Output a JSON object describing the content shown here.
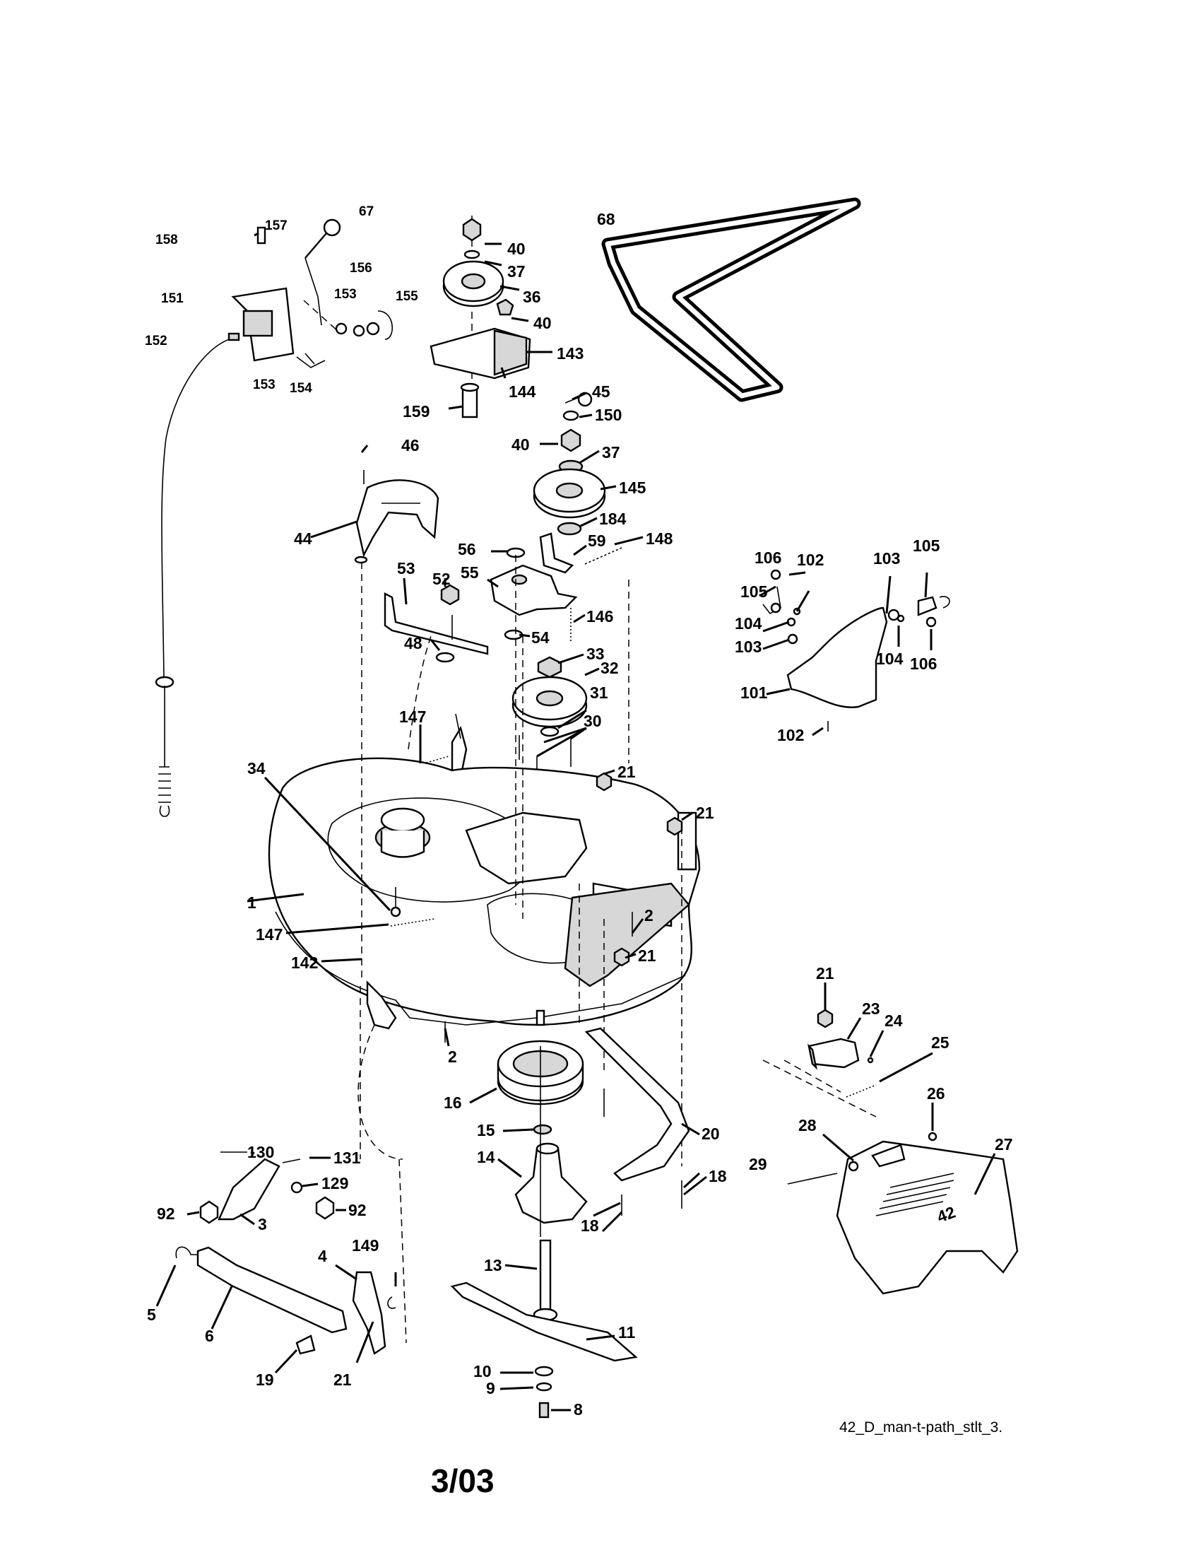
{
  "diagram": {
    "date_code": "3/03",
    "reference_code": "42_D_man-t-path_stlt_3.",
    "callouts": [
      {
        "id": "c-1",
        "text": "1"
      },
      {
        "id": "c-2a",
        "text": "2"
      },
      {
        "id": "c-2b",
        "text": "2"
      },
      {
        "id": "c-3",
        "text": "3"
      },
      {
        "id": "c-4",
        "text": "4"
      },
      {
        "id": "c-5",
        "text": "5"
      },
      {
        "id": "c-6",
        "text": "6"
      },
      {
        "id": "c-8",
        "text": "8"
      },
      {
        "id": "c-9",
        "text": "9"
      },
      {
        "id": "c-10",
        "text": "10"
      },
      {
        "id": "c-11",
        "text": "11"
      },
      {
        "id": "c-13",
        "text": "13"
      },
      {
        "id": "c-14",
        "text": "14"
      },
      {
        "id": "c-15",
        "text": "15"
      },
      {
        "id": "c-16",
        "text": "16"
      },
      {
        "id": "c-18a",
        "text": "18"
      },
      {
        "id": "c-18b",
        "text": "18"
      },
      {
        "id": "c-19",
        "text": "19"
      },
      {
        "id": "c-20",
        "text": "20"
      },
      {
        "id": "c-21a",
        "text": "21"
      },
      {
        "id": "c-21b",
        "text": "21"
      },
      {
        "id": "c-21c",
        "text": "21"
      },
      {
        "id": "c-21d",
        "text": "21"
      },
      {
        "id": "c-21e",
        "text": "21"
      },
      {
        "id": "c-23",
        "text": "23"
      },
      {
        "id": "c-24",
        "text": "24"
      },
      {
        "id": "c-25",
        "text": "25"
      },
      {
        "id": "c-26",
        "text": "26"
      },
      {
        "id": "c-27",
        "text": "27"
      },
      {
        "id": "c-28",
        "text": "28"
      },
      {
        "id": "c-29",
        "text": "29"
      },
      {
        "id": "c-30",
        "text": "30"
      },
      {
        "id": "c-31",
        "text": "31"
      },
      {
        "id": "c-32",
        "text": "32"
      },
      {
        "id": "c-33",
        "text": "33"
      },
      {
        "id": "c-34",
        "text": "34"
      },
      {
        "id": "c-36",
        "text": "36"
      },
      {
        "id": "c-37a",
        "text": "37"
      },
      {
        "id": "c-37b",
        "text": "37"
      },
      {
        "id": "c-40a",
        "text": "40"
      },
      {
        "id": "c-40b",
        "text": "40"
      },
      {
        "id": "c-40c",
        "text": "40"
      },
      {
        "id": "c-44",
        "text": "44"
      },
      {
        "id": "c-45",
        "text": "45"
      },
      {
        "id": "c-46",
        "text": "46"
      },
      {
        "id": "c-48",
        "text": "48"
      },
      {
        "id": "c-52",
        "text": "52"
      },
      {
        "id": "c-53",
        "text": "53"
      },
      {
        "id": "c-54",
        "text": "54"
      },
      {
        "id": "c-55",
        "text": "55"
      },
      {
        "id": "c-56",
        "text": "56"
      },
      {
        "id": "c-59",
        "text": "59"
      },
      {
        "id": "c-67",
        "text": "67"
      },
      {
        "id": "c-68",
        "text": "68"
      },
      {
        "id": "c-92a",
        "text": "92"
      },
      {
        "id": "c-92b",
        "text": "92"
      },
      {
        "id": "c-101",
        "text": "101"
      },
      {
        "id": "c-102a",
        "text": "102"
      },
      {
        "id": "c-102b",
        "text": "102"
      },
      {
        "id": "c-103a",
        "text": "103"
      },
      {
        "id": "c-103b",
        "text": "103"
      },
      {
        "id": "c-104a",
        "text": "104"
      },
      {
        "id": "c-104b",
        "text": "104"
      },
      {
        "id": "c-105a",
        "text": "105"
      },
      {
        "id": "c-105b",
        "text": "105"
      },
      {
        "id": "c-106a",
        "text": "106"
      },
      {
        "id": "c-106b",
        "text": "106"
      },
      {
        "id": "c-129",
        "text": "129"
      },
      {
        "id": "c-130",
        "text": "130"
      },
      {
        "id": "c-131",
        "text": "131"
      },
      {
        "id": "c-142",
        "text": "142"
      },
      {
        "id": "c-143",
        "text": "143"
      },
      {
        "id": "c-144",
        "text": "144"
      },
      {
        "id": "c-145",
        "text": "145"
      },
      {
        "id": "c-146",
        "text": "146"
      },
      {
        "id": "c-147a",
        "text": "147"
      },
      {
        "id": "c-147b",
        "text": "147"
      },
      {
        "id": "c-148",
        "text": "148"
      },
      {
        "id": "c-149",
        "text": "149"
      },
      {
        "id": "c-150",
        "text": "150"
      },
      {
        "id": "c-151",
        "text": "151"
      },
      {
        "id": "c-152",
        "text": "152"
      },
      {
        "id": "c-153a",
        "text": "153"
      },
      {
        "id": "c-153b",
        "text": "153"
      },
      {
        "id": "c-154",
        "text": "154"
      },
      {
        "id": "c-155",
        "text": "155"
      },
      {
        "id": "c-156",
        "text": "156"
      },
      {
        "id": "c-157",
        "text": "157"
      },
      {
        "id": "c-158",
        "text": "158"
      },
      {
        "id": "c-159",
        "text": "159"
      },
      {
        "id": "c-184",
        "text": "184"
      }
    ]
  }
}
